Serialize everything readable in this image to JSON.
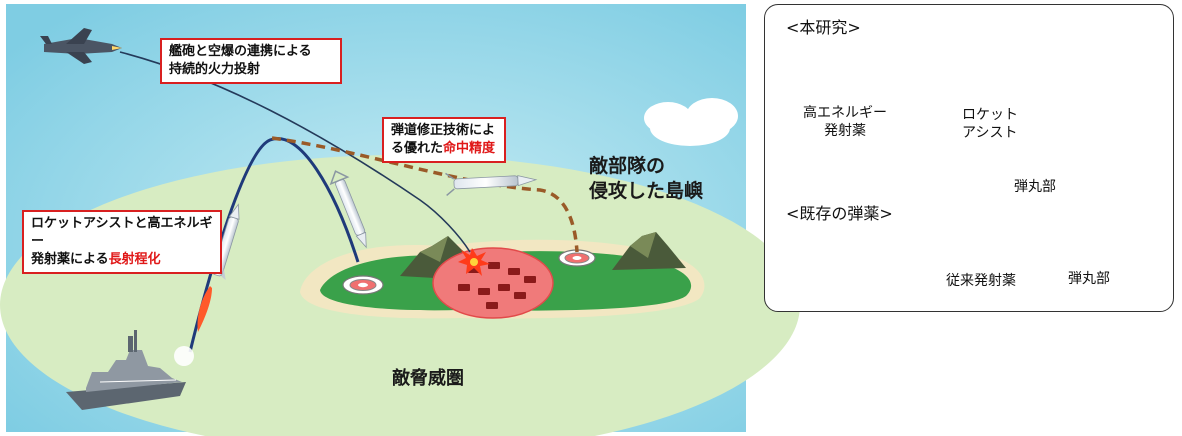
{
  "scene": {
    "callout_fire": {
      "line1": "艦砲と空爆の連携による",
      "line2": "持続的火力投射"
    },
    "callout_accuracy": {
      "line1": "弾道修正技術によ",
      "line2_prefix": "る優れた",
      "line2_highlight": "命中精度"
    },
    "callout_range": {
      "line1": "ロケットアシストと高エネルギー",
      "line2_prefix": "発射薬による",
      "line2_highlight": "長射程化"
    },
    "island_label": {
      "line1": "敵部隊の",
      "line2": "侵攻した島嶼"
    },
    "threat_label": "敵脅威圏"
  },
  "panel": {
    "research_heading": "<本研究>",
    "propellant_label": {
      "line1": "高エネルギー",
      "line2": "発射薬"
    },
    "rocket_label": {
      "line1": "ロケット",
      "line2": "アシスト"
    },
    "projectile_label_top": "弾丸部",
    "existing_heading": "<既存の弾薬>",
    "conventional_label": "従来発射薬",
    "projectile_label_bottom": "弾丸部"
  },
  "colors": {
    "sea": "#8ed3e6",
    "threat_zone": "#d7ecc2",
    "island": "#3aa14a",
    "beach": "#f2e7c2",
    "target_zone": "#f07a7a",
    "propellant": "#ee1c1c",
    "rocket": "#f08a3a",
    "callout_border": "#d92020",
    "highlight_text": "#e01818"
  }
}
